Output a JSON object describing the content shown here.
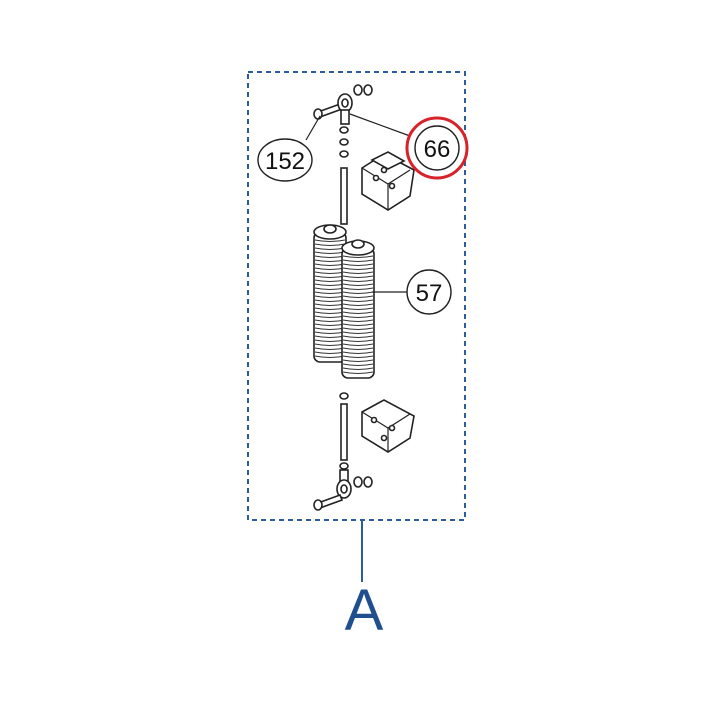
{
  "callouts": [
    {
      "id": "152",
      "label": "152",
      "highlighted": false
    },
    {
      "id": "66",
      "label": "66",
      "highlighted": true
    },
    {
      "id": "57",
      "label": "57",
      "highlighted": false
    }
  ],
  "section_label": "A",
  "colors": {
    "frame_dashed": "#2b5d9a",
    "section_letter": "#1f4f8f",
    "highlight_ring": "#d8222a",
    "line_art": "#222222"
  }
}
